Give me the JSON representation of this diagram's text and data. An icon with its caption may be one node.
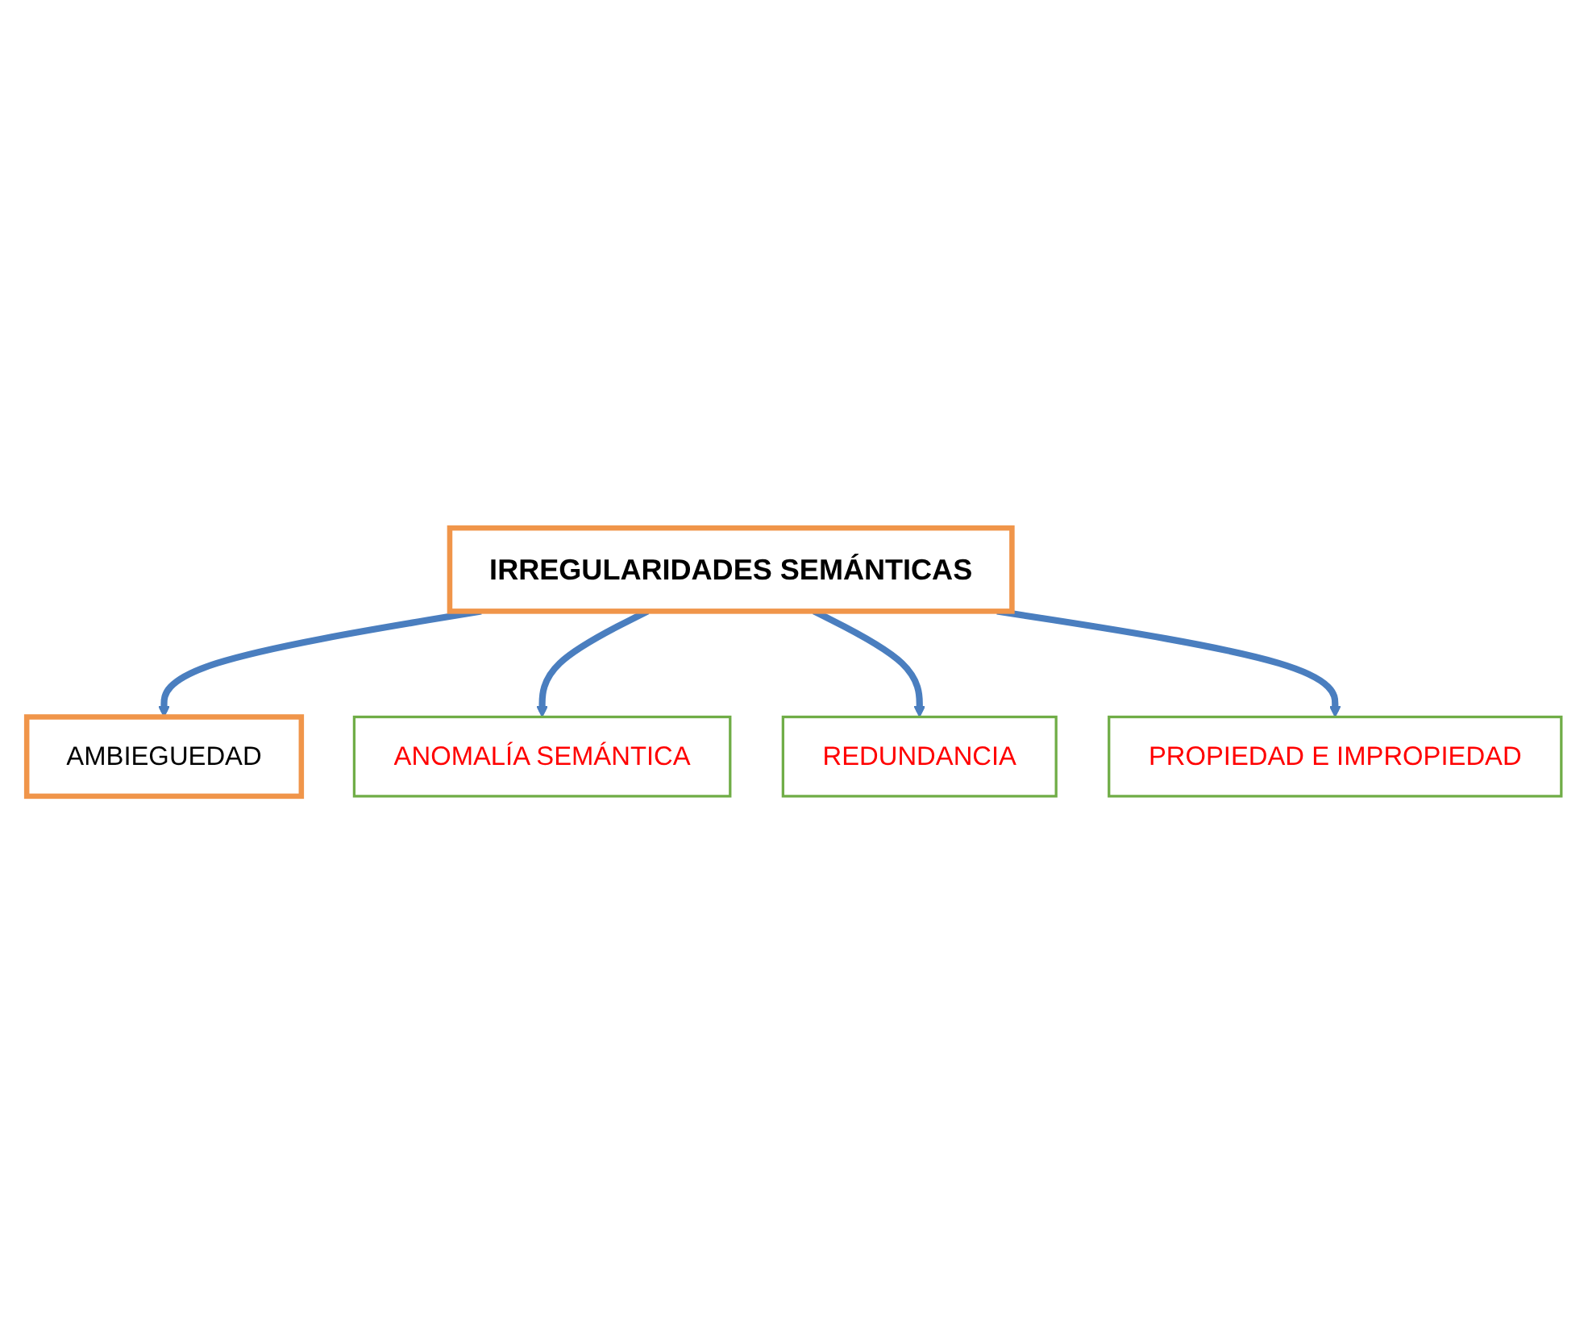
{
  "diagram": {
    "nodes": [
      {
        "text": [
          "IRREGULARIDADES SEMÁNTICAS"
        ]
      },
      {
        "text": [
          "AMBIEGUEDAD"
        ]
      },
      {
        "text": [
          "ANOMALÍA SEMÁNTICA"
        ]
      },
      {
        "text": [
          "REDUNDANCIA"
        ]
      },
      {
        "text": [
          "PROPIEDAD E IMPROPIEDAD"
        ]
      }
    ],
    "edges": [
      {
        "from": 0,
        "to": 1,
        "arrow": "to"
      },
      {
        "from": 0,
        "to": 2,
        "arrow": "to"
      },
      {
        "from": 0,
        "to": 3,
        "arrow": "to"
      },
      {
        "from": 0,
        "to": 4,
        "arrow": "to"
      }
    ]
  }
}
